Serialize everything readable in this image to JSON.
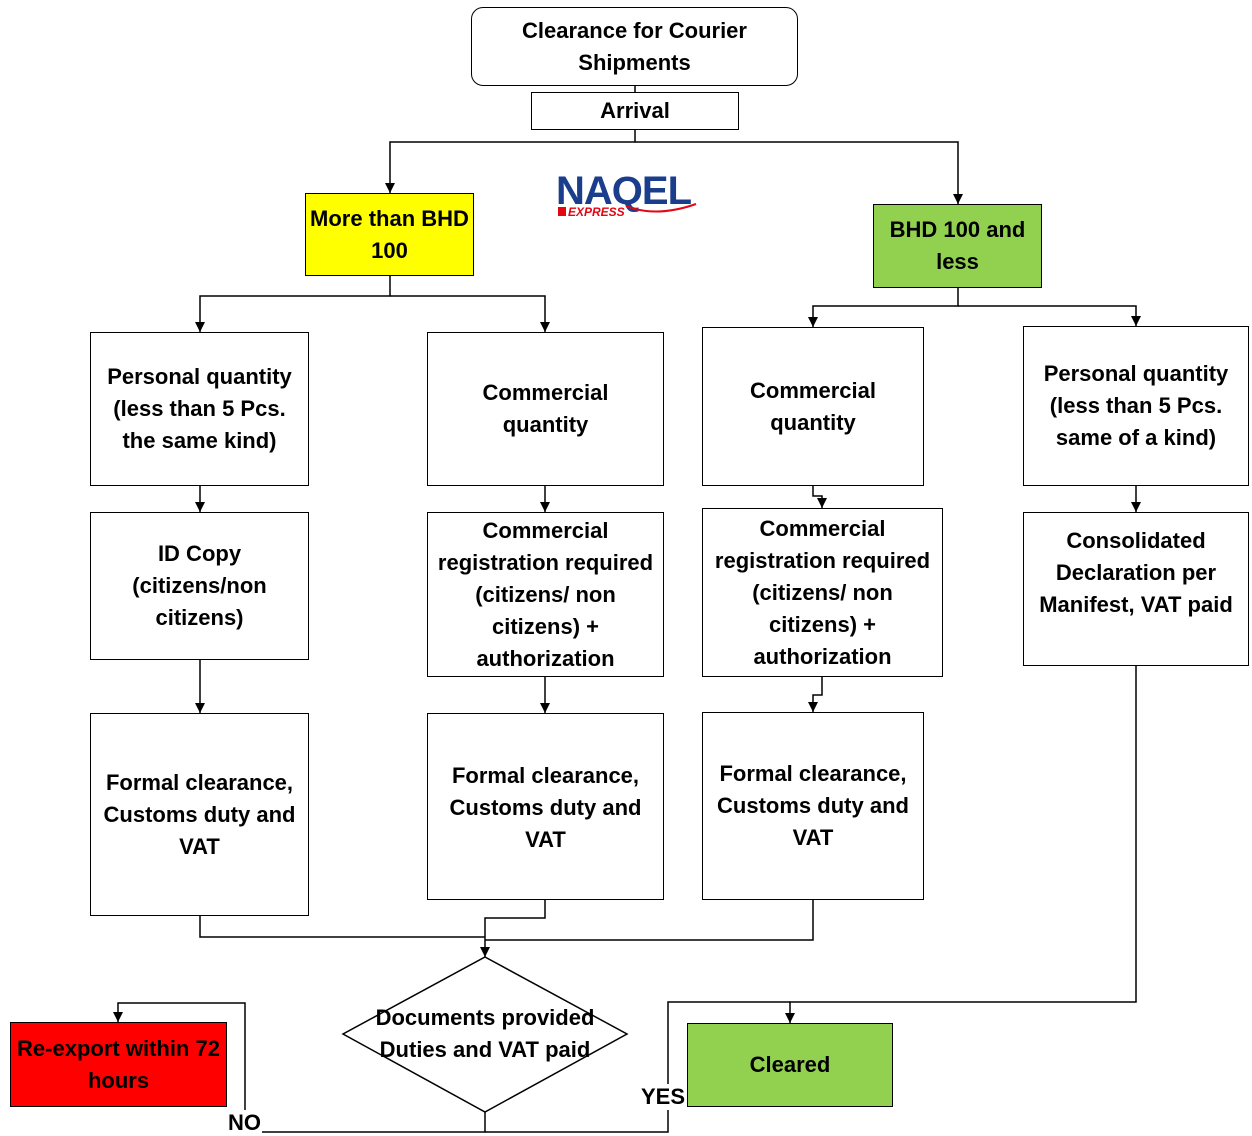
{
  "title": "Clearance for Courier Shipments",
  "arrival": "Arrival",
  "logo": {
    "brand": "NAQEL",
    "sub": "EXPRESS",
    "colors": {
      "brand": "#1a3e8c",
      "accent": "#e30613"
    }
  },
  "branches": {
    "high": "More than BHD 100",
    "low": "BHD 100 and less"
  },
  "high_personal": {
    "category": "Personal quantity (less than 5 Pcs. the same kind)",
    "requirement": "ID Copy (citizens/non citizens)",
    "clearance": "Formal clearance, Customs duty and VAT"
  },
  "high_commercial": {
    "category": "Commercial quantity",
    "requirement": "Commercial registration required (citizens/ non citizens) + authorization",
    "clearance": "Formal clearance, Customs duty and VAT"
  },
  "low_commercial": {
    "category": "Commercial quantity",
    "requirement": "Commercial registration required (citizens/ non citizens) + authorization",
    "clearance": "Formal clearance, Customs duty and VAT"
  },
  "low_personal": {
    "category": "Personal quantity (less than 5 Pcs. same of a kind)",
    "requirement": "Consolidated Declaration per Manifest, VAT paid"
  },
  "decision": "Documents provided Duties and VAT paid",
  "outcomes": {
    "no_label": "NO",
    "yes_label": "YES",
    "reexport": "Re-export within 72 hours",
    "cleared": "Cleared"
  },
  "colors": {
    "high_branch": "#ffff00",
    "low_branch": "#92d050",
    "cleared": "#92d050",
    "reexport": "#ff0000"
  }
}
